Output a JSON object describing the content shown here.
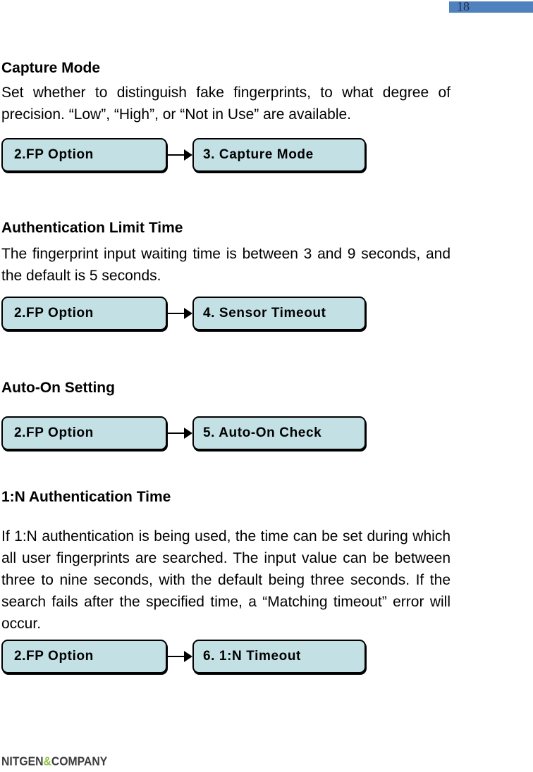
{
  "page": {
    "number": "18",
    "colors": {
      "page_bar": "#4e81bd",
      "flow_box_fill": "#c3e1e5",
      "flow_box_border": "#000000",
      "logo_green": "#8cc63f",
      "logo_gray": "#3b3b3c"
    }
  },
  "sections": [
    {
      "heading": "Capture Mode",
      "body": "Set whether to distinguish fake fingerprints, to what degree of precision. “Low”, “High”, or “Not in Use” are available.",
      "flow": {
        "from": "2.FP Option",
        "to": "3. Capture Mode"
      }
    },
    {
      "heading": "Authentication Limit Time",
      "body": "The fingerprint input waiting time is between 3 and 9 seconds, and the default is 5 seconds.",
      "flow": {
        "from": "2.FP Option",
        "to": "4. Sensor Timeout"
      }
    },
    {
      "heading": "Auto-On Setting",
      "flow": {
        "from": "2.FP Option",
        "to": "5. Auto-On Check"
      }
    },
    {
      "heading": "1:N Authentication Time",
      "body": "If 1:N authentication is being used, the time can be set during which all user fingerprints are searched. The input value can be between three to nine seconds, with the default being three seconds. If the search fails after the specified time, a “Matching timeout” error will occur.",
      "flow": {
        "from": "2.FP Option",
        "to": "6. 1:N Timeout"
      }
    }
  ],
  "footer": {
    "logo": {
      "part1": "NITGEN",
      "amp": "&",
      "part2": "COMPANY"
    }
  }
}
